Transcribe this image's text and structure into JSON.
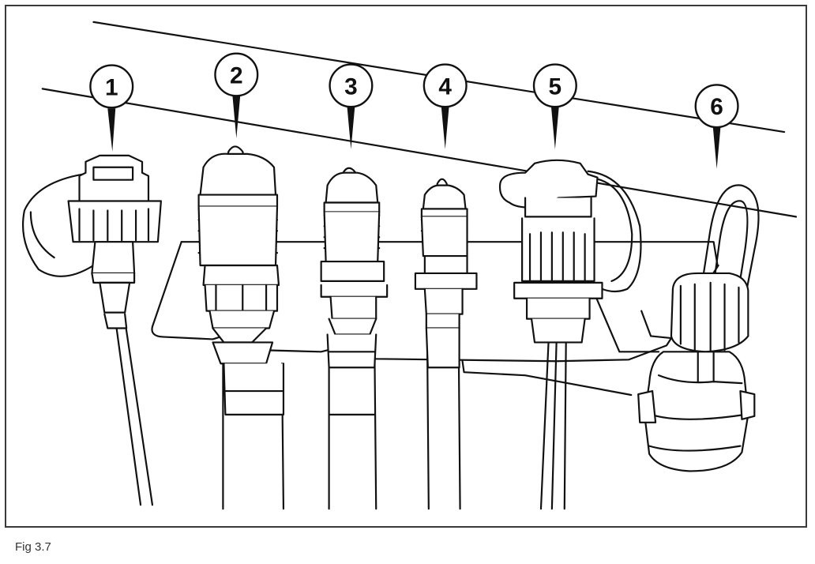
{
  "figure": {
    "caption": "Fig 3.7"
  },
  "callouts": [
    {
      "number": "1"
    },
    {
      "number": "2"
    },
    {
      "number": "3"
    },
    {
      "number": "4"
    },
    {
      "number": "5"
    },
    {
      "number": "6"
    }
  ],
  "colors": {
    "line": "#111111",
    "background": "#ffffff",
    "frame": "#3a3a3a",
    "caption": "#333333"
  }
}
